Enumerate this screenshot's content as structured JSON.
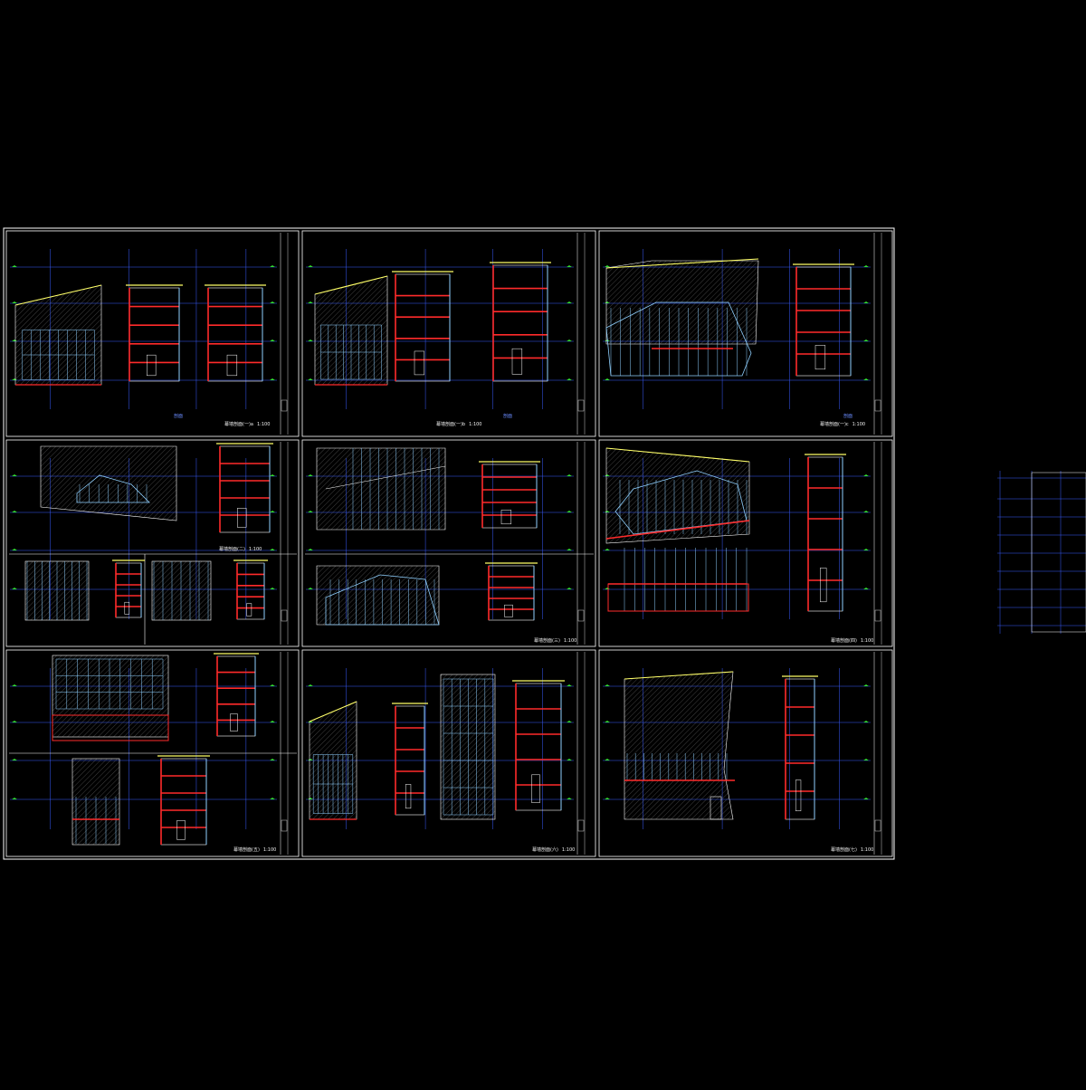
{
  "drawing": {
    "sheet_count": 9,
    "colors": {
      "background": "#000000",
      "frame": "#ffffff",
      "axis": "#3a5cff",
      "hatch": "#6b6b6b",
      "glazing": "#8fd0ff",
      "slab": "#ff2b2b",
      "roof_edge": "#ffff66",
      "level_marker": "#33dd33",
      "text": "#ffffff"
    },
    "sheets": [
      {
        "id": "s1",
        "caption": "幕墙剖面(一)a",
        "scale": "1:100"
      },
      {
        "id": "s2",
        "caption": "幕墙剖面(一)b",
        "scale": "1:100"
      },
      {
        "id": "s3",
        "caption": "幕墙剖面(一)c",
        "scale": "1:100"
      },
      {
        "id": "s4",
        "caption": "幕墙剖面(二)",
        "scale": "1:100"
      },
      {
        "id": "s5",
        "caption": "幕墙剖面(三)",
        "scale": "1:100"
      },
      {
        "id": "s6",
        "caption": "幕墙剖面(四)",
        "scale": "1:100"
      },
      {
        "id": "s7",
        "caption": "幕墙剖面(五)",
        "scale": "1:100"
      },
      {
        "id": "s8",
        "caption": "幕墙剖面(六)",
        "scale": "1:100"
      },
      {
        "id": "s9",
        "caption": "幕墙剖面(七)",
        "scale": "1:100"
      }
    ],
    "tag": "剖面"
  }
}
